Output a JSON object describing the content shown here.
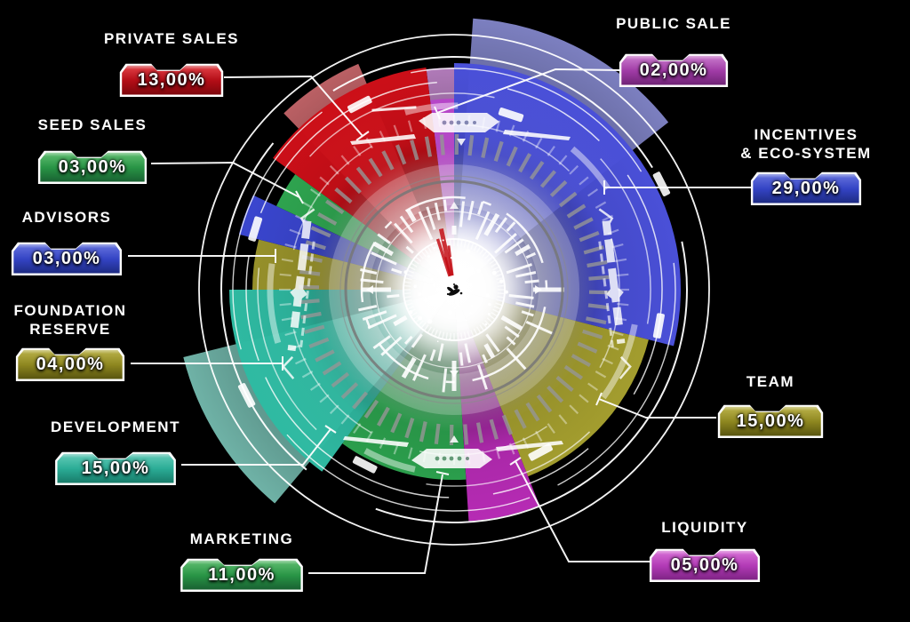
{
  "page": {
    "background": "#000000",
    "line_color": "#ffffff"
  },
  "chart_data": {
    "type": "pie",
    "title": "Token allocation radial chart",
    "unit": "%",
    "direction": "clockwise",
    "start_angle_deg_from_12": 0,
    "number_format": "zero-padded, comma decimal separator, two decimals",
    "slices": [
      {
        "label": "INCENTIVES & ECO-SYSTEM",
        "label_lines": [
          "INCENTIVES",
          "& ECO-SYSTEM"
        ],
        "value": 29,
        "display": "29,00%",
        "color": "#4a50d8"
      },
      {
        "label": "TEAM",
        "value": 15,
        "display": "15,00%",
        "color": "#a39d2e"
      },
      {
        "label": "LIQUIDITY",
        "value": 5,
        "display": "05,00%",
        "color": "#b62bb4"
      },
      {
        "label": "MARKETING",
        "value": 11,
        "display": "11,00%",
        "color": "#2b9e4c"
      },
      {
        "label": "DEVELOPMENT",
        "value": 15,
        "display": "15,00%",
        "color": "#2fbaa2"
      },
      {
        "label": "FOUNDATION RESERVE",
        "label_lines": [
          "FOUNDATION",
          "RESERVE"
        ],
        "value": 4,
        "display": "04,00%",
        "color": "#96902a"
      },
      {
        "label": "ADVISORS",
        "value": 3,
        "display": "03,00%",
        "color": "#3a46cf"
      },
      {
        "label": "SEED SALES",
        "value": 3,
        "display": "03,00%",
        "color": "#2ea34f"
      },
      {
        "label": "PRIVATE SALES",
        "value": 13,
        "display": "13,00%",
        "color": "#cc0f18"
      },
      {
        "label": "PUBLIC SALE",
        "value": 2,
        "display": "02,00%",
        "color": "#b646c8"
      }
    ]
  }
}
